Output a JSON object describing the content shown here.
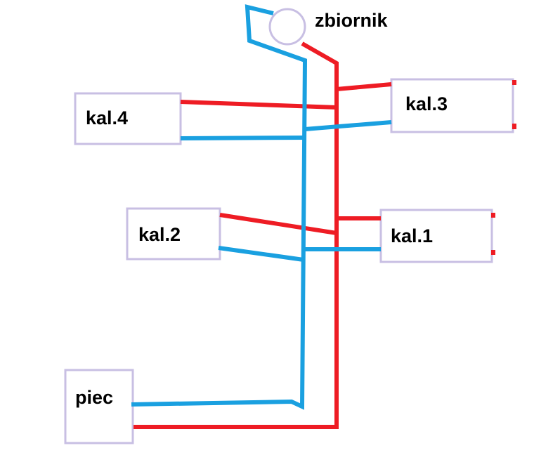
{
  "labels": {
    "tank": "zbiornik",
    "kal4": "kal.4",
    "kal3": "kal.3",
    "kal2": "kal.2",
    "kal1": "kal.1",
    "furnace": "piec"
  },
  "colors": {
    "hot_pipe": "#ee1c24",
    "cold_pipe": "#1aa0e0",
    "outline": "#c8bfe3"
  }
}
